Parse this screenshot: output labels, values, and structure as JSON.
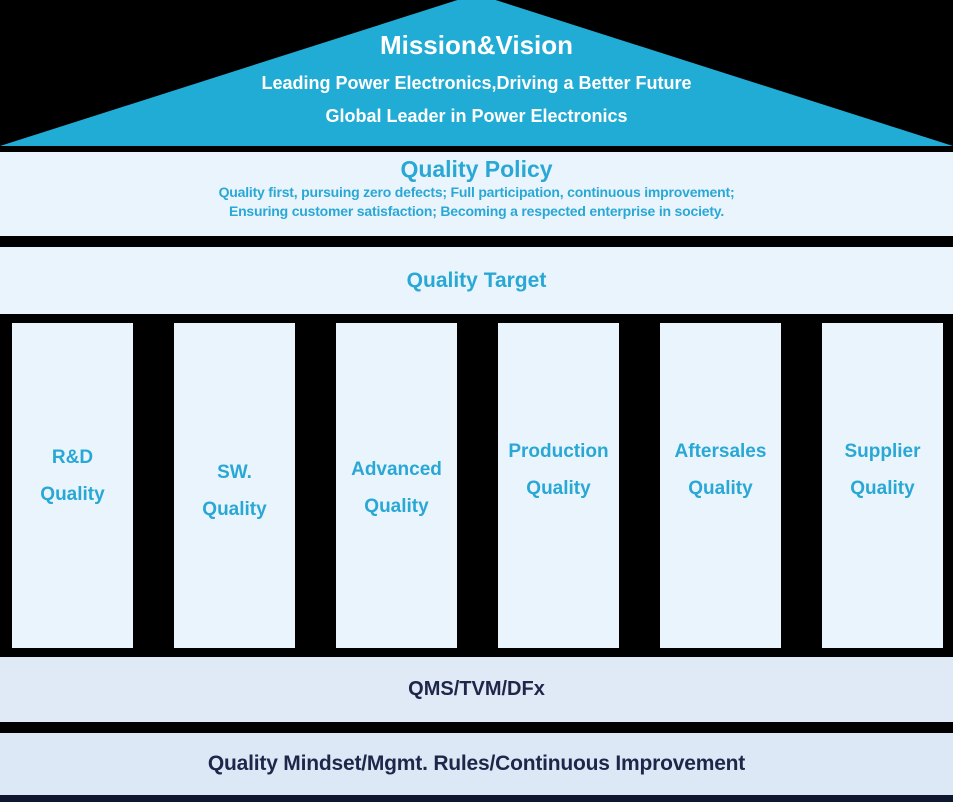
{
  "colors": {
    "roof_fill": "#21ACD5",
    "teal_text": "#29A8D6",
    "light_band": "#EAF4FC",
    "qms_band": "#DFEAF6",
    "foundation_band": "#DCE8F5",
    "navy_text": "#1E2749",
    "background": "#000000",
    "bottom_edge": "#0E1630"
  },
  "roof": {
    "title": "Mission&Vision",
    "mission": "Leading Power Electronics,Driving a Better Future",
    "vision": "Global Leader in Power Electronics"
  },
  "policy": {
    "title": "Quality Policy",
    "line1": "Quality first, pursuing zero defects; Full participation, continuous improvement;",
    "line2": "Ensuring customer satisfaction; Becoming a respected enterprise in society."
  },
  "target": {
    "title": "Quality Target"
  },
  "pillars": [
    {
      "line1": "R&D",
      "line2": "Quality"
    },
    {
      "line1": "SW.",
      "line2": "Quality"
    },
    {
      "line1": "Advanced",
      "line2": "Quality"
    },
    {
      "line1": "Production",
      "line2": "Quality"
    },
    {
      "line1": "Aftersales",
      "line2": "Quality"
    },
    {
      "line1": "Supplier",
      "line2": "Quality"
    }
  ],
  "qms": {
    "label": "QMS/TVM/DFx"
  },
  "foundation": {
    "label": "Quality Mindset/Mgmt. Rules/Continuous Improvement"
  }
}
